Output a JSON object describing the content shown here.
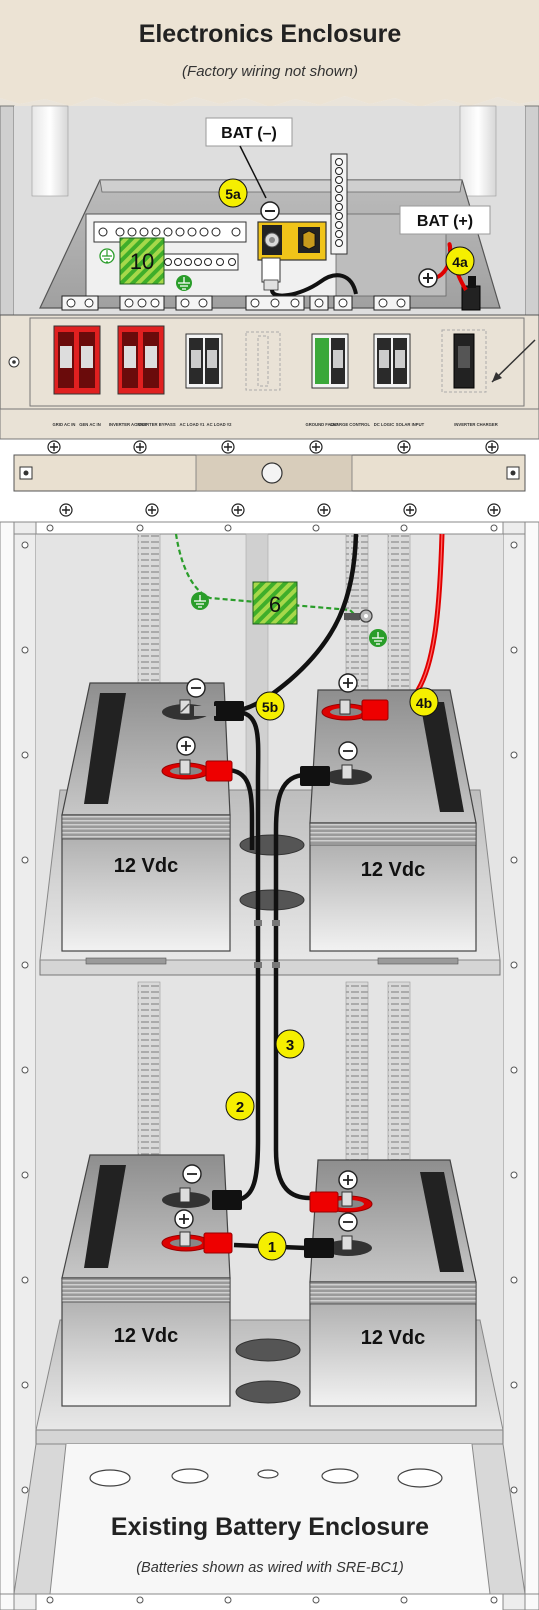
{
  "header": {
    "title": "Electronics Enclosure",
    "subtitle": "(Factory wiring not shown)"
  },
  "labels": {
    "bat_neg": "BAT (–)",
    "bat_pos": "BAT (+)",
    "ground_block": "10",
    "ground_block_2": "6"
  },
  "callouts": {
    "c5a": "5a",
    "c4a": "4a",
    "c5b": "5b",
    "c4b": "4b",
    "c3": "3",
    "c2": "2",
    "c1": "1"
  },
  "breaker_labels": {
    "b1": "GRID AC IN",
    "b2": "GEN AC IN",
    "b3": "INVERTER AC OUT",
    "b4": "INVERTER BYPASS",
    "b5": "AC LOAD #1",
    "b6": "AC LOAD #2",
    "b7": "GROUND FAULT",
    "b8": "CHARGE CONTROL",
    "b9": "DC LOGIC",
    "b10": "SOLAR INPUT",
    "b11": "INVERTER CHARGER"
  },
  "batteries": {
    "b1": "12 Vdc",
    "b2": "12 Vdc",
    "b3": "12 Vdc",
    "b4": "12 Vdc"
  },
  "footer": {
    "title": "Existing Battery Enclosure",
    "subtitle": "(Batteries shown as wired with SRE-BC1)"
  },
  "colors": {
    "callout": "#f5ef00",
    "breaker_red": "#e02020",
    "cable_red": "#e00000",
    "ground_green": "#2a9d2a",
    "frame_gray": "#c9c9c9"
  }
}
